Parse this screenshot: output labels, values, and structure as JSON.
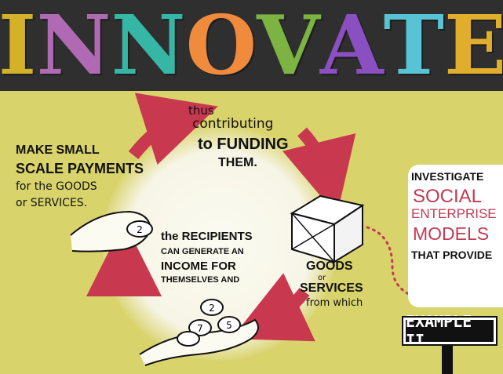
{
  "title": {
    "letters": [
      "I",
      "N",
      "N",
      "O",
      "V",
      "A",
      "T",
      "E"
    ],
    "colors": [
      "#d3b22a",
      "#b06ab3",
      "#36b7a6",
      "#f08a3c",
      "#7cb342",
      "#8a4fc0",
      "#59c3d6",
      "#e0ad2d"
    ]
  },
  "cycle": {
    "top_line1": "thus",
    "top_line2": "contributing",
    "top_line3": "to FUNDING",
    "top_line4": "THEM.",
    "left_line1": "MAKE SMALL",
    "left_line2": "SCALE PAYMENTS",
    "left_line3": "for the GOODS",
    "left_line4": "or SERVICES.",
    "center_line1": "the RECIPIENTS",
    "center_line2": "CAN GENERATE AN",
    "center_line3": "INCOME FOR",
    "center_line4": "THEMSELVES AND",
    "right_line1": "GOODS",
    "right_line2": "or",
    "right_line3": "SERVICES",
    "right_line4": "from which"
  },
  "note": {
    "line1": "INVESTIGATE",
    "line2": "SOCIAL",
    "line3": "ENTERPRISE",
    "line4": "MODELS",
    "line5": "THAT PROVIDE"
  },
  "sign": {
    "label": "EXAMPLE II"
  },
  "coins": [
    "2",
    "7",
    "5",
    "2"
  ],
  "colors": {
    "banner": "#2f2f2f",
    "background": "#d9d36c",
    "arrow": "#c8384e",
    "accent_text": "#c23b52"
  }
}
